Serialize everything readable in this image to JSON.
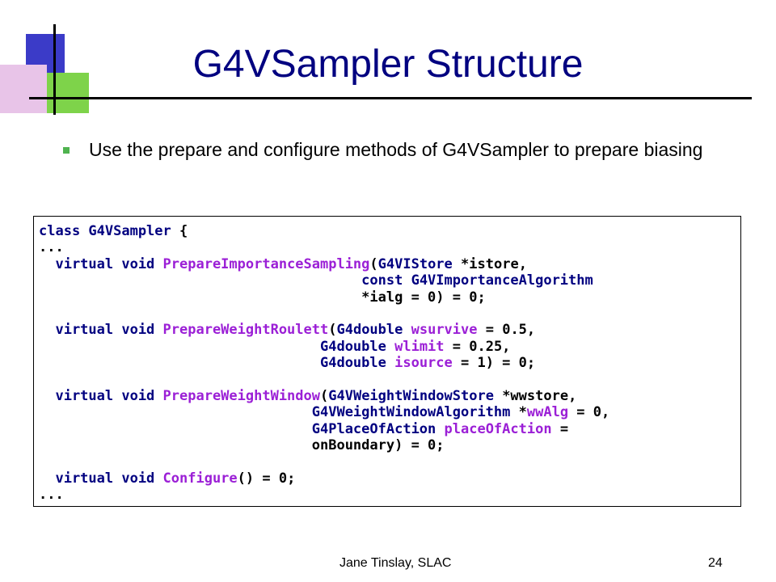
{
  "slide": {
    "title": "G4VSampler Structure",
    "bullet": "Use the prepare and configure methods of G4VSampler to prepare biasing",
    "footer_author": "Jane Tinslay, SLAC",
    "page_number": "24"
  },
  "code": {
    "lines": [
      [
        {
          "t": "class G4VSampler",
          "c": "kw"
        },
        {
          "t": " {",
          "c": "pl"
        }
      ],
      [
        {
          "t": "...",
          "c": "pl"
        }
      ],
      [
        {
          "t": "  virtual void ",
          "c": "kw"
        },
        {
          "t": "PrepareImportanceSampling",
          "c": "name"
        },
        {
          "t": "(",
          "c": "pl"
        },
        {
          "t": "G4VIStore ",
          "c": "kw"
        },
        {
          "t": "*",
          "c": "pl"
        },
        {
          "t": "istore",
          "c": "pl"
        },
        {
          "t": ",",
          "c": "pl"
        }
      ],
      [
        {
          "t": "                                       const ",
          "c": "kw"
        },
        {
          "t": "G4VImportanceAlgorithm",
          "c": "kw"
        }
      ],
      [
        {
          "t": "                                       *ialg = 0) = 0;",
          "c": "pl"
        }
      ],
      [
        {
          "t": "",
          "c": "pl"
        }
      ],
      [
        {
          "t": "  virtual void ",
          "c": "kw"
        },
        {
          "t": "PrepareWeightRoulett",
          "c": "name"
        },
        {
          "t": "(",
          "c": "pl"
        },
        {
          "t": "G4double ",
          "c": "kw"
        },
        {
          "t": "wsurvive",
          "c": "name"
        },
        {
          "t": " = 0.5,",
          "c": "pl"
        }
      ],
      [
        {
          "t": "                                  G4double ",
          "c": "kw"
        },
        {
          "t": "wlimit",
          "c": "name"
        },
        {
          "t": " = 0.25,",
          "c": "pl"
        }
      ],
      [
        {
          "t": "                                  G4double ",
          "c": "kw"
        },
        {
          "t": "isource",
          "c": "name"
        },
        {
          "t": " = 1) = 0;",
          "c": "pl"
        }
      ],
      [
        {
          "t": "",
          "c": "pl"
        }
      ],
      [
        {
          "t": "  virtual void ",
          "c": "kw"
        },
        {
          "t": "PrepareWeightWindow",
          "c": "name"
        },
        {
          "t": "(",
          "c": "pl"
        },
        {
          "t": "G4VWeightWindowStore ",
          "c": "kw"
        },
        {
          "t": "*wwstore,",
          "c": "pl"
        }
      ],
      [
        {
          "t": "                                 G4VWeightWindowAlgorithm ",
          "c": "kw"
        },
        {
          "t": "*",
          "c": "pl"
        },
        {
          "t": "wwAlg",
          "c": "name"
        },
        {
          "t": " = 0,",
          "c": "pl"
        }
      ],
      [
        {
          "t": "                                 G4PlaceOfAction ",
          "c": "kw"
        },
        {
          "t": "placeOfAction",
          "c": "name"
        },
        {
          "t": " =",
          "c": "pl"
        }
      ],
      [
        {
          "t": "                                 onBoundary) = 0;",
          "c": "pl"
        }
      ],
      [
        {
          "t": "",
          "c": "pl"
        }
      ],
      [
        {
          "t": "  virtual void ",
          "c": "kw"
        },
        {
          "t": "Configure",
          "c": "name"
        },
        {
          "t": "() = 0;",
          "c": "pl"
        }
      ],
      [
        {
          "t": "...",
          "c": "pl"
        }
      ]
    ]
  }
}
